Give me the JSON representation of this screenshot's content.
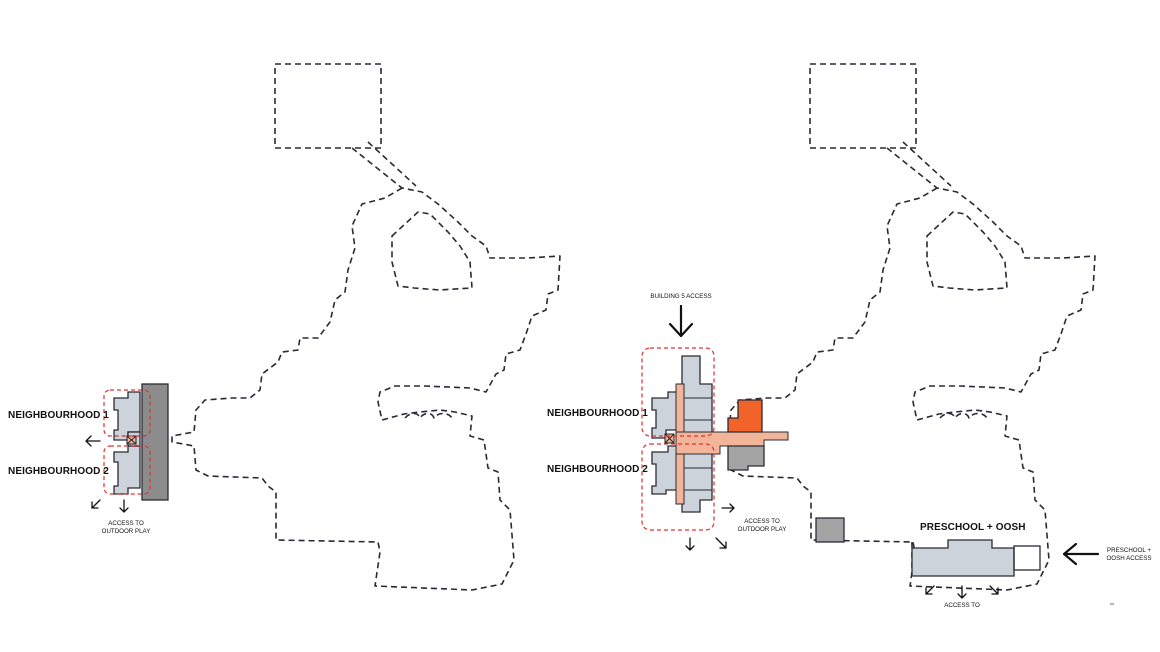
{
  "diagrams": [
    {
      "id": "left",
      "labels": {
        "neighbourhood_1": "NEIGHBOURHOOD 1",
        "neighbourhood_2": "NEIGHBOURHOOD 2",
        "access_outdoor_line1": "ACCESS TO",
        "access_outdoor_line2": "OUTDOOR PLAY"
      }
    },
    {
      "id": "right",
      "labels": {
        "building_access": "BUILDING 5 ACCESS",
        "neighbourhood_1": "NEIGHBOURHOOD 1",
        "neighbourhood_2": "NEIGHBOURHOOD 2",
        "access_outdoor_line1": "ACCESS TO",
        "access_outdoor_line2": "OUTDOOR PLAY",
        "preschool_title": "PRESCHOOL + OOSH",
        "preschool_access_line1": "PRESCHOOL +",
        "preschool_access_line2": "OOSH ACCESS",
        "access_to": "ACCESS TO"
      }
    }
  ],
  "colors": {
    "building_fill": "#cdd3da",
    "circulation": "#f2b59a",
    "highlight": "#f2632a",
    "service": "#8c8c8c",
    "boundary_dashed_red": "#e23030"
  }
}
